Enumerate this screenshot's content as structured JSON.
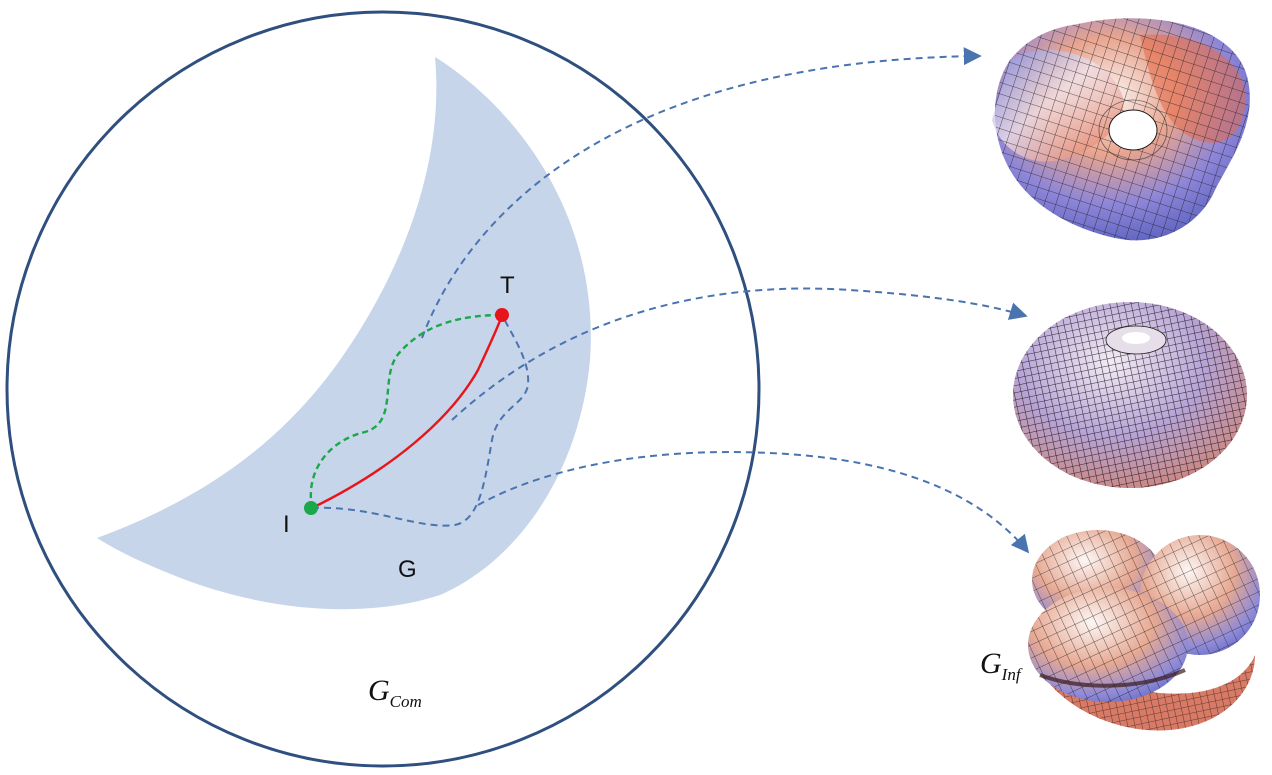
{
  "labels": {
    "initial": "I",
    "target": "T",
    "region": "G",
    "complete_base": "G",
    "complete_sub": "Com",
    "infinite_base": "G",
    "infinite_sub": "Inf"
  },
  "colors": {
    "circle": "#2f4f7f",
    "region_fill": "#c3d3e8",
    "direct_path": "#e8141b",
    "alt_path": "#1aa84a",
    "dashed_path": "#4a74b0",
    "initial_point": "#1aa84a",
    "target_point": "#e8141b",
    "surface_warm": "#e87a5c",
    "surface_cool": "#6f7fd8",
    "surface_light": "#f4f0f0",
    "mesh": "#1a1a1a"
  },
  "surfaces": [
    {
      "name": "trefoil-torus-surface"
    },
    {
      "name": "sphere-torus-surface"
    },
    {
      "name": "multi-lobe-surface"
    }
  ]
}
